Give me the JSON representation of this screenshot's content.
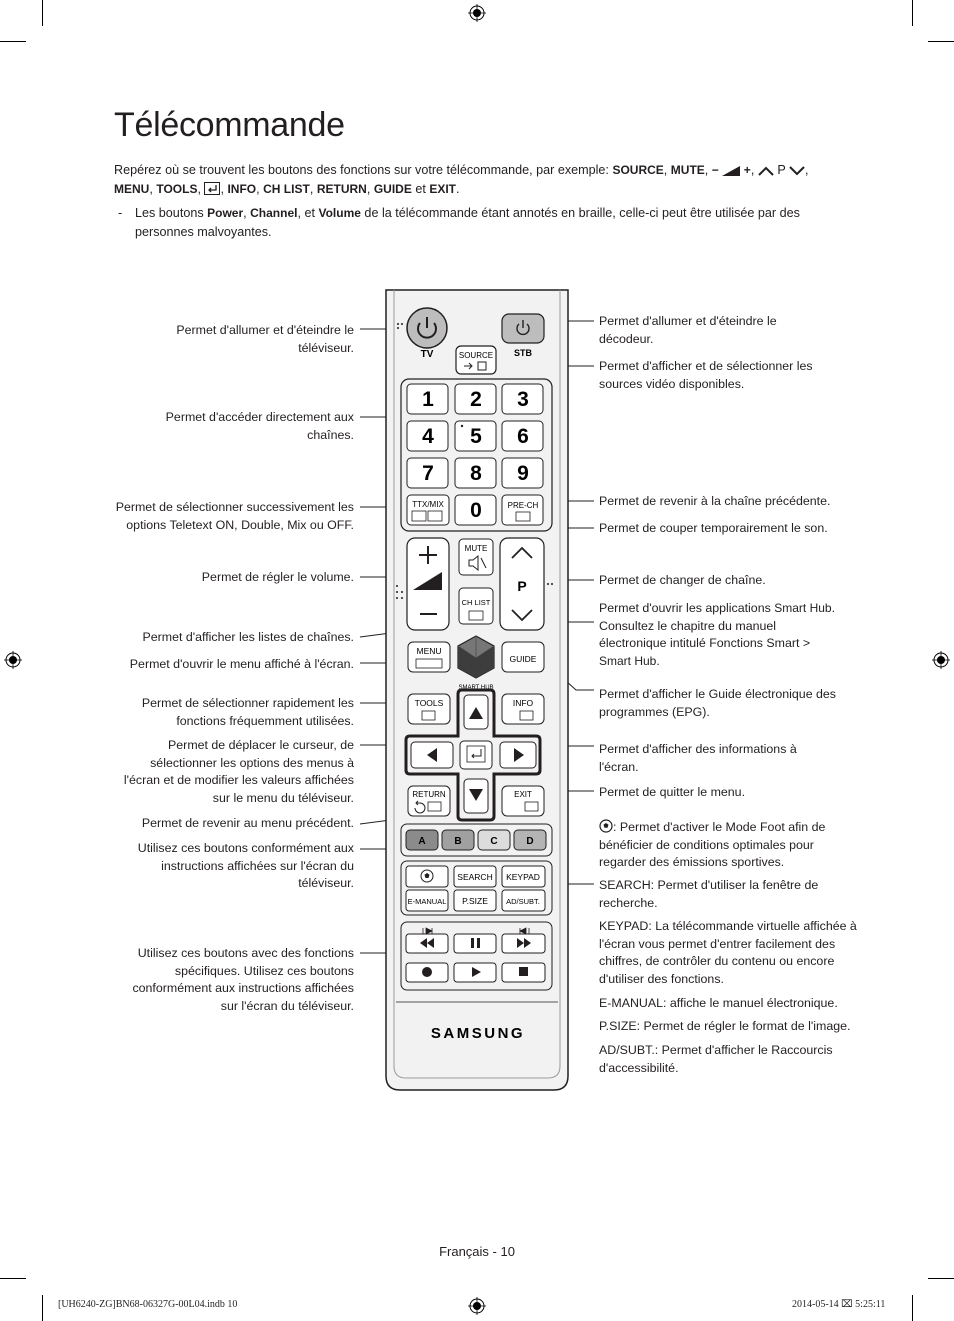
{
  "title": "Télécommande",
  "intro": {
    "lead": "Repérez où se trouvent les boutons des fonctions sur votre télécommande, par exemple: ",
    "source": "SOURCE",
    "sep1": ", ",
    "mute": "MUTE",
    "sep2": ", ",
    "vol_minus": "−",
    "vol_plus": "+",
    "sep3": ", ",
    "ch_p": "P",
    "sep4": ",",
    "menu": "MENU",
    "sep5": ", ",
    "tools": "TOOLS",
    "sep6": ", ",
    "sep7": ", ",
    "info": "INFO",
    "sep8": ", ",
    "chlist": "CH LIST",
    "sep9": ", ",
    "return": "RETURN",
    "sep10": ", ",
    "guide": "GUIDE",
    "and": " et ",
    "exit": "EXIT",
    "end": "."
  },
  "bullet": {
    "dash": "-",
    "p1": "Les boutons ",
    "power": "Power",
    "s1": ", ",
    "channel": "Channel",
    "s2": ", et ",
    "volume": "Volume",
    "p2": " de la télécommande étant annotés en braille, celle-ci peut être utilisée par des personnes malvoyantes."
  },
  "left_labels": {
    "power_tv": "Permet d'allumer et d'éteindre le téléviseur.",
    "numbers": "Permet d'accéder directement aux chaînes.",
    "ttx": "Permet de sélectionner successivement les options Teletext ON, Double, Mix ou OFF.",
    "volume": "Permet de régler le volume.",
    "chlist": "Permet d'afficher les listes de chaînes.",
    "menu": "Permet d'ouvrir le menu affiché à l'écran.",
    "tools": "Permet de sélectionner rapidement les fonctions fréquemment utilisées.",
    "cursor": "Permet de déplacer le curseur, de sélectionner les options des menus à l'écran et de modifier les valeurs affichées sur le menu du téléviseur.",
    "return": "Permet de revenir au menu précédent.",
    "abcd": "Utilisez ces boutons conformément aux instructions affichées sur l'écran du téléviseur.",
    "playback": "Utilisez ces boutons avec des fonctions spécifiques. Utilisez ces boutons conformément aux instructions affichées sur l'écran du téléviseur."
  },
  "right_labels": {
    "stb": "Permet d'allumer et d'éteindre le décodeur.",
    "source": "Permet d'afficher et de sélectionner les sources vidéo disponibles.",
    "prech": "Permet de revenir à la chaîne précédente.",
    "mute": "Permet de couper temporairement le son.",
    "channel": "Permet de changer de chaîne.",
    "smarthub_a": "Permet d'ouvrir les applications ",
    "smarthub_b": "Smart Hub",
    "smarthub_c": ". Consultez le chapitre du manuel électronique intitulé ",
    "smarthub_d": "Fonctions Smart",
    "smarthub_e": " > ",
    "smarthub_f": "Smart Hub",
    "smarthub_g": ".",
    "guide_a": "Permet d'afficher le Guide électronique des programmes (",
    "guide_b": "EPG",
    "guide_c": ").",
    "info": "Permet d'afficher des informations à l'écran.",
    "exit": "Permet de quitter le menu.",
    "foot_a": ": Permet d'activer le ",
    "foot_b": "Mode Foot",
    "foot_c": " afin de bénéficier de conditions optimales pour regarder des émissions sportives.",
    "search_a": "SEARCH",
    "search_b": ": Permet d'utiliser la fenêtre de recherche.",
    "keypad_a": "KEYPAD",
    "keypad_b": ": La télécommande virtuelle affichée à l'écran vous permet d'entrer facilement des chiffres, de contrôler du contenu ou encore d'utiliser des fonctions.",
    "emanual_a": "E-MANUAL",
    "emanual_b": ": affiche le manuel électronique.",
    "psize_a": "P.SIZE",
    "psize_b": ": Permet de régler le format de l'image.",
    "adsubt_a": "AD/SUBT.",
    "adsubt_b": ": Permet d'afficher le ",
    "adsubt_c": "Raccourcis d'accessibilité",
    "adsubt_d": "."
  },
  "remote": {
    "tv": "TV",
    "stb": "STB",
    "source": "SOURCE",
    "digits": [
      "1",
      "2",
      "3",
      "4",
      "5",
      "6",
      "7",
      "8",
      "9",
      "0"
    ],
    "ttxmix": "TTX/MIX",
    "prech": "PRE-CH",
    "mute": "MUTE",
    "chlist": "CH LIST",
    "p": "P",
    "menu": "MENU",
    "smarthub": "SMART HUB",
    "guide": "GUIDE",
    "tools": "TOOLS",
    "info": "INFO",
    "return": "RETURN",
    "exit": "EXIT",
    "a": "A",
    "b": "B",
    "c": "C",
    "d": "D",
    "search": "SEARCH",
    "keypad": "KEYPAD",
    "emanual": "E-MANUAL",
    "psize": "P.SIZE",
    "adsubt": "AD/SUBT.",
    "brand": "SAMSUNG"
  },
  "colors": {
    "a": "#8b8b8b",
    "b": "#a0a0a0",
    "c": "#c8c8c8",
    "d": "#b4b4b4",
    "remote_body": "#f2f2f2"
  },
  "footer": {
    "page": "Français - 10",
    "slug_left": "[UH6240-ZG]BN68-06327G-00L04.indb   10",
    "slug_right": "2014-05-14   ⌧ 5:25:11"
  }
}
